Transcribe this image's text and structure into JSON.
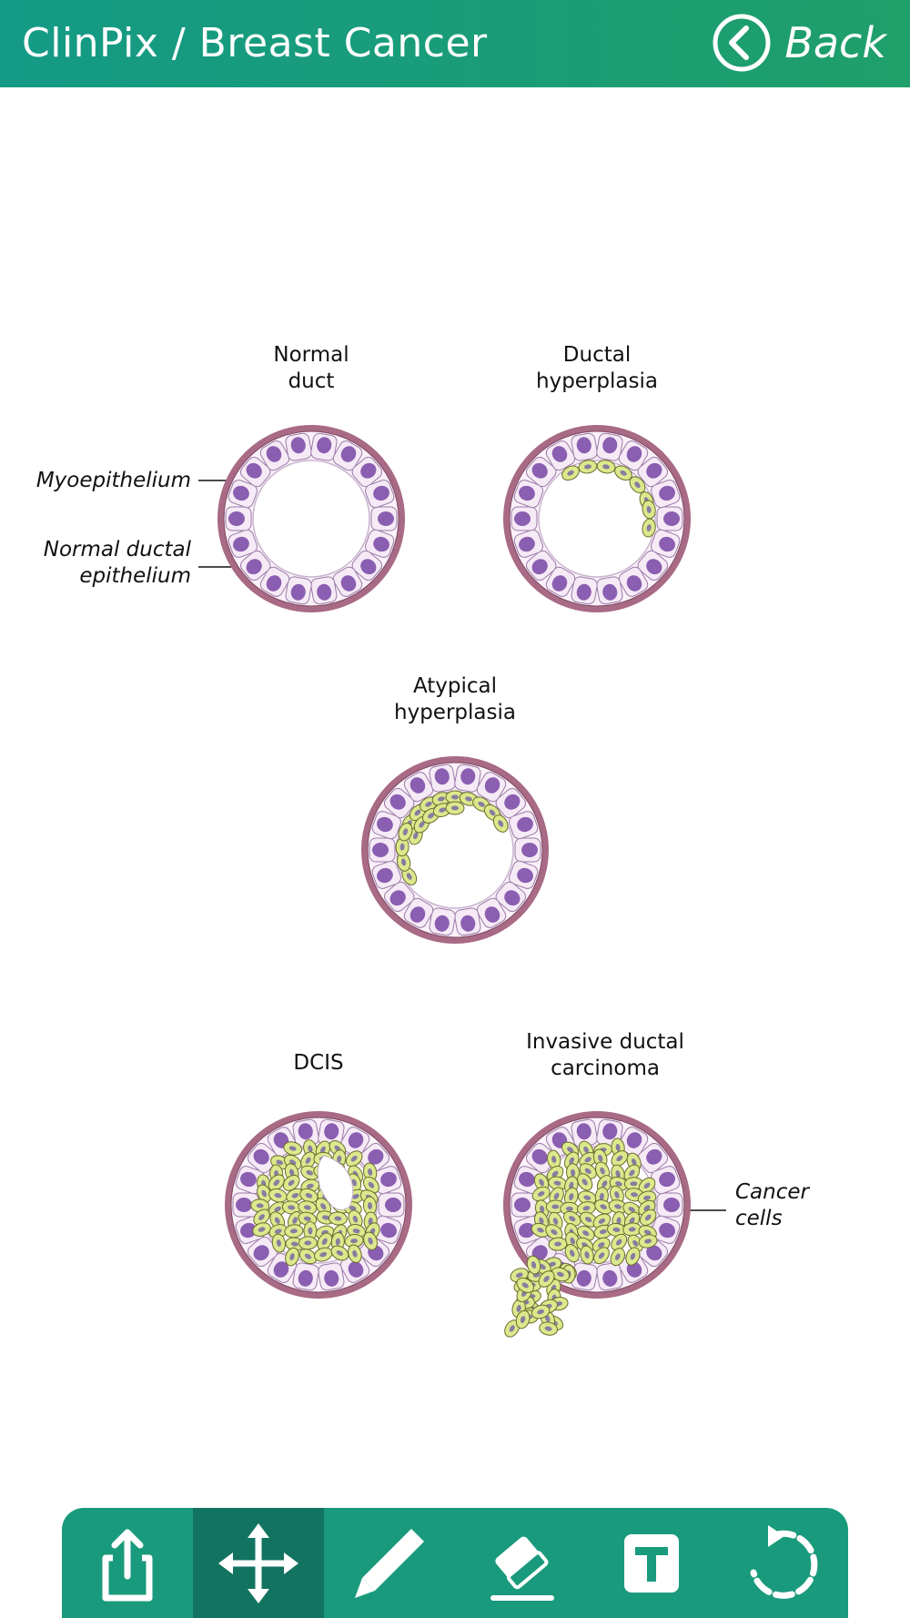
{
  "app": {
    "title": "ClinPix / Breast Cancer",
    "back_label": "Back"
  },
  "diagram": {
    "stages": [
      {
        "title_line1": "Normal",
        "title_line2": "duct"
      },
      {
        "title_line1": "Ductal",
        "title_line2": "hyperplasia"
      },
      {
        "title_line1": "Atypical",
        "title_line2": "hyperplasia"
      },
      {
        "title_line1": "DCIS",
        "title_line2": ""
      },
      {
        "title_line1": "Invasive ductal",
        "title_line2": "carcinoma"
      }
    ],
    "annotations": {
      "myoepithelium": "Myoepithelium",
      "normal_ductal_line1": "Normal ductal",
      "normal_ductal_line2": "epithelium",
      "cancer_cells_line1": "Cancer",
      "cancer_cells_line2": "cells"
    }
  },
  "toolbar": {
    "tools": [
      {
        "icon": "share-icon",
        "active": false
      },
      {
        "icon": "move-icon",
        "active": true
      },
      {
        "icon": "pencil-icon",
        "active": false
      },
      {
        "icon": "eraser-icon",
        "active": false
      },
      {
        "icon": "text-icon",
        "active": false
      },
      {
        "icon": "undo-icon",
        "active": false
      }
    ]
  },
  "colors": {
    "header": "#149a86",
    "toolbar": "#1a9a7c",
    "toolbar_active": "#127360",
    "duct_wall": "#a86a84",
    "cell_fill": "#f6eaf6",
    "nucleus": "#8a5eb0",
    "cancer_cell": "#dbe98c"
  }
}
